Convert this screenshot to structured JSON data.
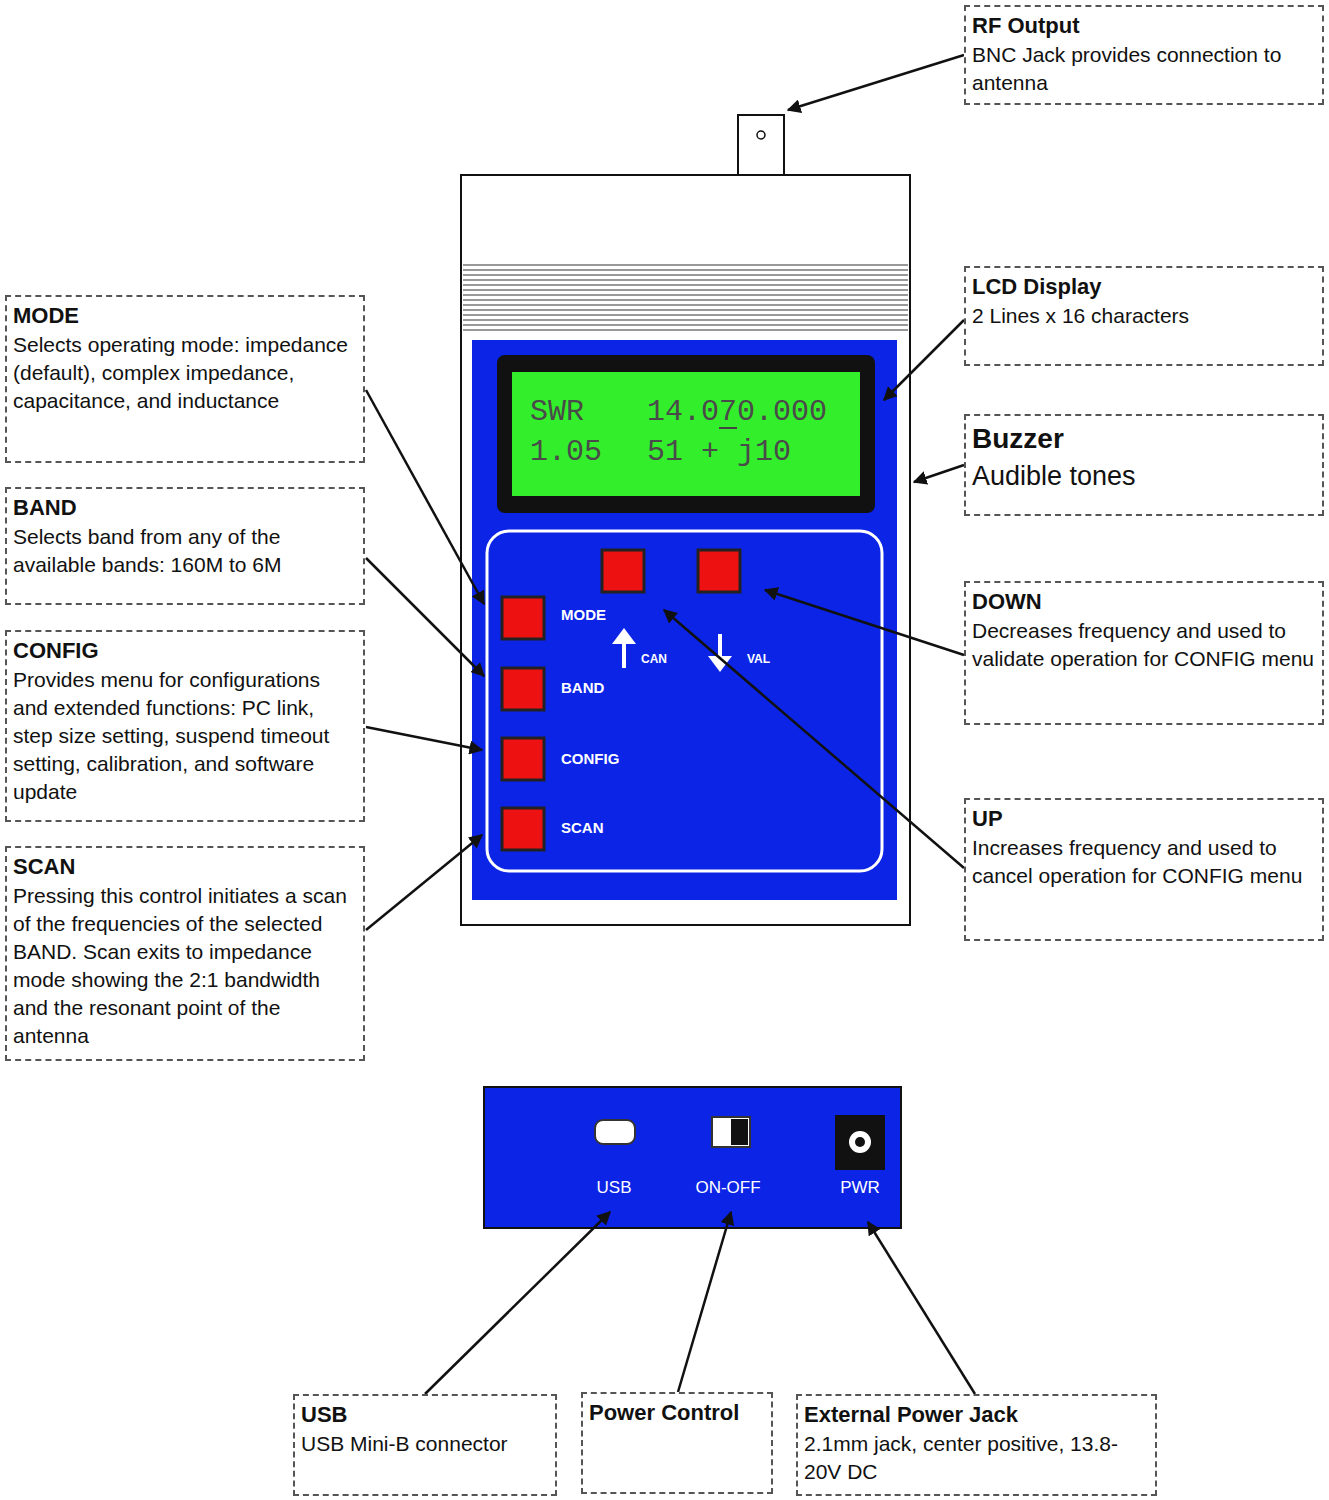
{
  "diagram": {
    "nodes": [
      {
        "text": [
          "RF Output",
          "BNC Jack provides connection to antenna"
        ]
      },
      {
        "text": [
          "LCD Display",
          "2 Lines x 16 characters"
        ]
      },
      {
        "text": [
          "MODE",
          "Selects operating mode: impedance (default), complex impedance, capacitance, and inductance"
        ]
      },
      {
        "text": [
          "Buzzer",
          "Audible tones"
        ]
      },
      {
        "text": [
          "BAND",
          "Selects band from any of the available bands: 160M to 6M"
        ]
      },
      {
        "text": [
          "DOWN",
          "Decreases frequency and used to validate operation for CONFIG menu"
        ]
      },
      {
        "text": [
          "CONFIG",
          "Provides menu for configurations and extended functions: PC link, step size setting, suspend timeout setting, calibration, and software update"
        ]
      },
      {
        "text": [
          "UP",
          "Increases frequency and used to cancel operation for CONFIG menu"
        ]
      },
      {
        "text": [
          "SCAN",
          "Pressing this control initiates a scan of the frequencies of the selected BAND. Scan exits to impedance mode showing the 2:1 bandwidth and the resonant point of the antenna"
        ]
      },
      {
        "text": [
          "USB",
          "USB Mini-B connector"
        ]
      },
      {
        "text": [
          "Power Control"
        ]
      },
      {
        "text": [
          "External Power Jack",
          "2.1mm jack, center positive, 13.8-20V DC"
        ]
      }
    ],
    "labels": [
      "SWR",
      "14.070.000",
      "1.05",
      "51 + j10",
      "MODE",
      "CAN",
      "VAL",
      "BAND",
      "CONFIG",
      "SCAN",
      "USB",
      "ON-OFF",
      "PWR"
    ]
  }
}
